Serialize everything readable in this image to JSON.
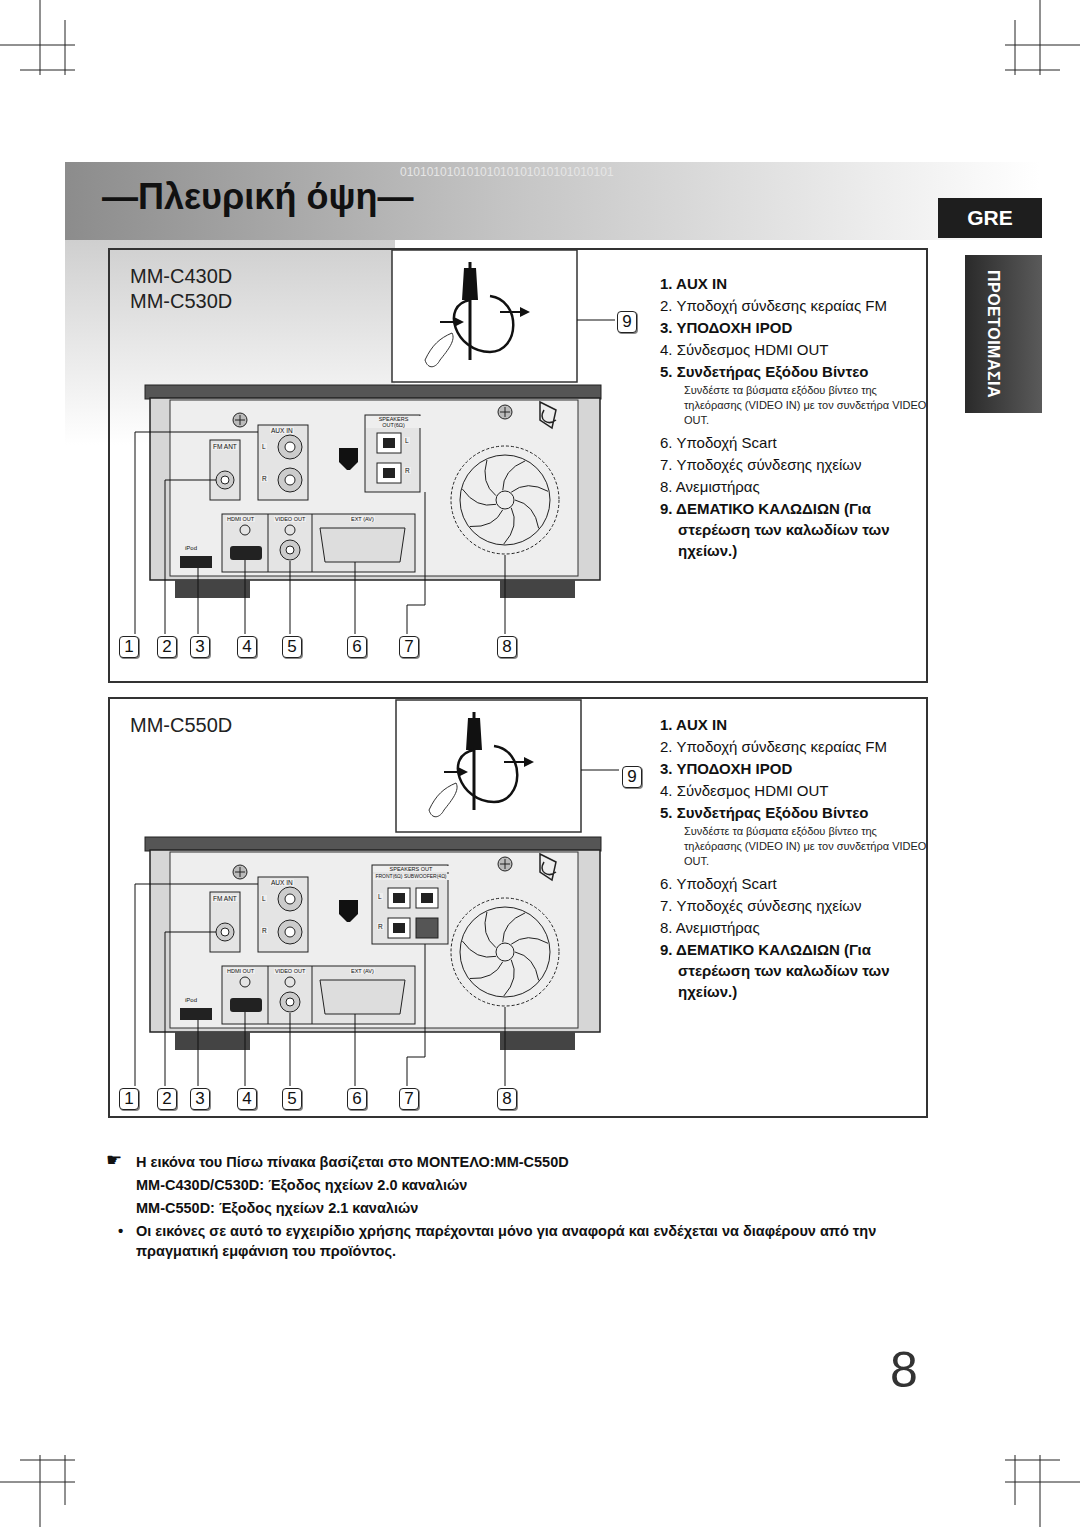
{
  "diagram": {
    "title": "—Πλευρική όψη—",
    "nodes": [
      {
        "text": [
          "GRE"
        ]
      },
      {
        "text": [
          "ΠΡΟΕΤΟΙΜΑΣΙΑ"
        ]
      },
      {
        "text": [
          "MM-C430D MM-C530D"
        ]
      },
      {
        "text": [
          "1"
        ],
        "in": 2
      },
      {
        "text": [
          "2"
        ],
        "in": 2
      },
      {
        "text": [
          "3"
        ],
        "in": 2
      },
      {
        "text": [
          "4"
        ],
        "in": 2
      },
      {
        "text": [
          "5"
        ],
        "in": 2
      },
      {
        "text": [
          "6"
        ],
        "in": 2
      },
      {
        "text": [
          "7"
        ],
        "in": 2
      },
      {
        "text": [
          "8"
        ],
        "in": 2
      },
      {
        "text": [
          "9"
        ],
        "in": 2
      },
      {
        "text": [
          "MM-C550D"
        ]
      },
      {
        "text": [
          "1"
        ],
        "in": 12
      },
      {
        "text": [
          "2"
        ],
        "in": 12
      },
      {
        "text": [
          "3"
        ],
        "in": 12
      },
      {
        "text": [
          "4"
        ],
        "in": 12
      },
      {
        "text": [
          "5"
        ],
        "in": 12
      },
      {
        "text": [
          "6"
        ],
        "in": 12
      },
      {
        "text": [
          "7"
        ],
        "in": 12
      },
      {
        "text": [
          "8"
        ],
        "in": 12
      },
      {
        "text": [
          "9"
        ],
        "in": 12
      }
    ],
    "labels": [
      "01010101010101010101010101010101",
      "1. AUX IN",
      "2. Υποδοχή σύνδεσης κεραίας FM",
      "3. ΥΠΟΔΟΧΗ IPOD",
      "4. Σύνδεσμος HDMI OUT",
      "5. Συνδετήρας Εξόδου Βίντεο",
      "Συνδέστε τα βύσματα εξόδου βίντεο της τηλεόρασης (VIDEO IN) με τον συνδετήρα VIDEO OUT.",
      "6. Υποδοχή Scart",
      "7. Υποδοχές σύνδεσης ηχείων",
      "8. Ανεμιστήρας",
      "9. ΔΕΜΑΤΙΚΟ ΚΑΛΩΔΙΩΝ (Για στερέωση των καλωδίων των ηχείων.)",
      "FM ANT",
      "AUX IN",
      "L",
      "R",
      "SPEAKERS OUT(6Ω)",
      "L",
      "R",
      "HDMI OUT",
      "VIDEO OUT",
      "EXT (AV)",
      "iPod",
      "1. AUX IN",
      "2. Υποδοχή σύνδεσης κεραίας FM",
      "3. ΥΠΟΔΟΧΗ IPOD",
      "4. Σύνδεσμος HDMI OUT",
      "5. Συνδετήρας Εξόδου Βίντεο",
      "Συνδέστε τα βύσματα εξόδου βίντεο της τηλεόρασης (VIDEO IN) με τον συνδετήρα VIDEO OUT.",
      "6. Υποδοχή Scart",
      "7. Υποδοχές σύνδεσης ηχείων",
      "8. Ανεμιστήρας",
      "9. ΔΕΜΑΤΙΚΟ ΚΑΛΩΔΙΩΝ (Για στερέωση των καλωδίων των ηχείων.)",
      "FM ANT",
      "AUX IN",
      "L",
      "R",
      "SPEAKERS OUT",
      "FRONT(6Ω) SUBWOOFER(4Ω)",
      "L",
      "R",
      "HDMI OUT",
      "VIDEO OUT",
      "EXT (AV)",
      "iPod",
      "☛",
      "Η εικόνα του Πίσω πίνακα βασίζεται στο ΜΟΝΤΕΛΟ:MM-C550D",
      "MM-C430D/C530D: Έξοδος ηχείων 2.0 καναλιών",
      "MM-C550D: Έξοδος ηχείων 2.1 καναλιών",
      "•",
      "Οι εικόνες σε αυτό το εγχειρίδιο χρήσης παρέχονται μόνο για αναφορά και ενδέχεται να διαφέρουν από την πραγματική εμφάνιση του προϊόντος.",
      "8"
    ]
  }
}
